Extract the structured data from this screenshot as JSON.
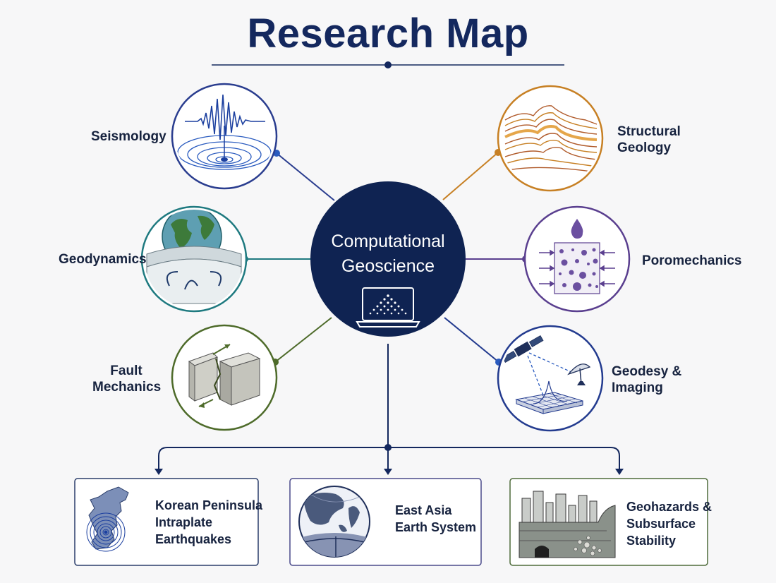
{
  "title": "Research Map",
  "center": {
    "line1": "Computational",
    "line2": "Geoscience",
    "icon": "laptop-network-icon",
    "fill": "#0f2352"
  },
  "nodes": {
    "seismology": {
      "label": "Seismology",
      "icon": "seismogram-icon",
      "color": "#2a3d8f"
    },
    "geodynamics": {
      "label": "Geodynamics",
      "icon": "globe-mantle-convection-icon",
      "color": "#1f7a80"
    },
    "fault_mechanics": {
      "line1": "Fault",
      "line2": "Mechanics",
      "icon": "fault-block-icon",
      "color": "#4e6b2a"
    },
    "structural_geology": {
      "line1": "Structural",
      "line2": "Geology",
      "icon": "folded-strata-icon",
      "color": "#c78024"
    },
    "poromechanics": {
      "label": "Poromechanics",
      "icon": "porous-medium-icon",
      "color": "#5a3f8f"
    },
    "geodesy_imaging": {
      "line1": "Geodesy &",
      "line2": "Imaging",
      "icon": "satellite-deformation-icon",
      "color": "#233b8f"
    }
  },
  "boxes": [
    {
      "lines": [
        "Korean Peninsula",
        "Intraplate",
        "Earthquakes"
      ],
      "icon": "korea-map-icon",
      "color": "#2a3d6a"
    },
    {
      "lines": [
        "East Asia",
        "Earth System"
      ],
      "icon": "east-asia-globe-icon",
      "color": "#4a4a8a"
    },
    {
      "lines": [
        "Geohazards &",
        "Subsurface",
        "Stability"
      ],
      "icon": "urban-landslide-icon",
      "color": "#4e6b3a"
    }
  ]
}
